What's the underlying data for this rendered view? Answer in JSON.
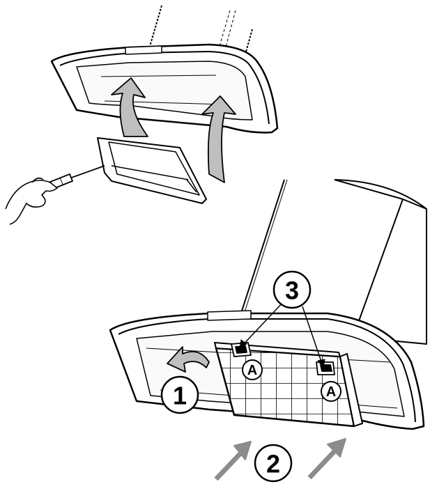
{
  "labels": {
    "step_1": "1",
    "step_2": "2",
    "step_3": "3",
    "clip_left": "A",
    "clip_right": "A"
  },
  "colors": {
    "line": "#000000",
    "fill": "#ffffff",
    "arrow_fill": "#bfbfbf",
    "arrow_dark": "#8c8c8c"
  },
  "icons": {
    "screwdriver": "screwdriver-icon",
    "hand": "hand-icon",
    "rotate_arrow": "curved-arrow-icon",
    "push_arrow": "diagonal-arrow-icon"
  }
}
